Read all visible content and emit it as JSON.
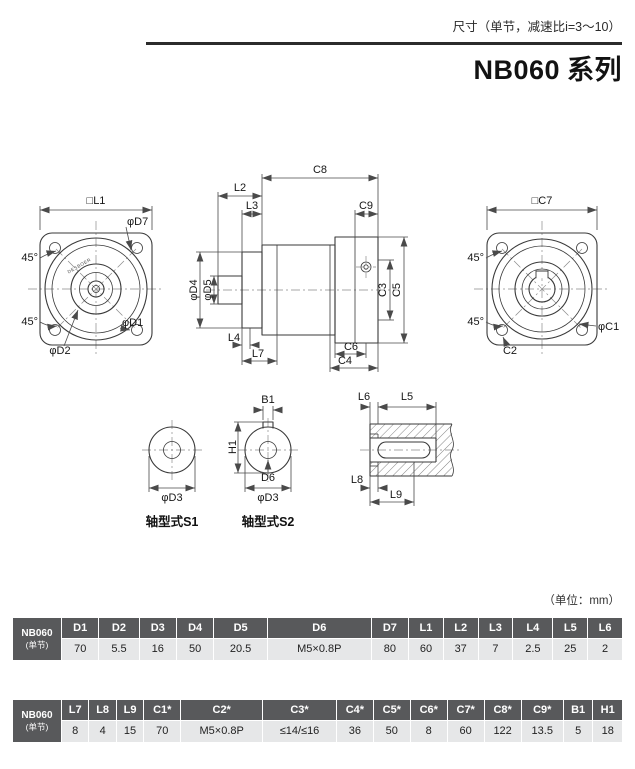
{
  "page": {
    "header_note": "尺寸（单节，减速比i=3～10）",
    "title_model": "NB060",
    "title_series": "系列",
    "unit_note": "（单位：mm）"
  },
  "drawing": {
    "front_left": {
      "dim_l1": "□L1",
      "dim_d7": "φD7",
      "angle_top": "45°",
      "angle_bottom": "45°",
      "dim_d1": "φD1",
      "dim_d2": "φD2",
      "logo": "DESBOER"
    },
    "side_view": {
      "dim_c8": "C8",
      "dim_l2": "L2",
      "dim_l3": "L3",
      "dim_c9": "C9",
      "dim_d4": "φD4",
      "dim_d5": "φD5",
      "dim_l4": "L4",
      "dim_l7": "L7",
      "dim_c6": "C6",
      "dim_c4": "C4",
      "dim_c3": "C3",
      "dim_c5": "C5"
    },
    "front_right": {
      "dim_c7": "□C7",
      "angle_top": "45°",
      "angle_bottom": "45°",
      "dim_c2": "C2",
      "dim_c1": "φC1"
    },
    "shaft_s1": {
      "dim_d3": "φD3",
      "caption": "轴型式S1"
    },
    "shaft_s2": {
      "dim_b1": "B1",
      "dim_h1": "H1",
      "dim_d6": "D6",
      "dim_d3": "φD3",
      "caption": "轴型式S2"
    },
    "end_section": {
      "dim_l6": "L6",
      "dim_l5": "L5",
      "dim_l8": "L8",
      "dim_l9": "L9"
    }
  },
  "tables": [
    {
      "model": "NB060",
      "model_sub": "(单节)",
      "columns": [
        "D1",
        "D2",
        "D3",
        "D4",
        "D5",
        "D6",
        "D7",
        "L1",
        "L2",
        "L3",
        "L4",
        "L5",
        "L6"
      ],
      "values": [
        "70",
        "5.5",
        "16",
        "50",
        "20.5",
        "M5×0.8P",
        "80",
        "60",
        "37",
        "7",
        "2.5",
        "25",
        "2"
      ]
    },
    {
      "model": "NB060",
      "model_sub": "(单节)",
      "columns": [
        "L7",
        "L8",
        "L9",
        "C1*",
        "C2*",
        "C3*",
        "C4*",
        "C5*",
        "C6*",
        "C7*",
        "C8*",
        "C9*",
        "B1",
        "H1"
      ],
      "values": [
        "8",
        "4",
        "15",
        "70",
        "M5×0.8P",
        "≤14/≤16",
        "36",
        "50",
        "8",
        "60",
        "122",
        "13.5",
        "5",
        "18"
      ]
    }
  ],
  "colors": {
    "table_header_bg": "#58595B",
    "table_row_bg": "#E6E7E8",
    "rule": "#2B2B2B",
    "line": "#3A3A3A"
  }
}
